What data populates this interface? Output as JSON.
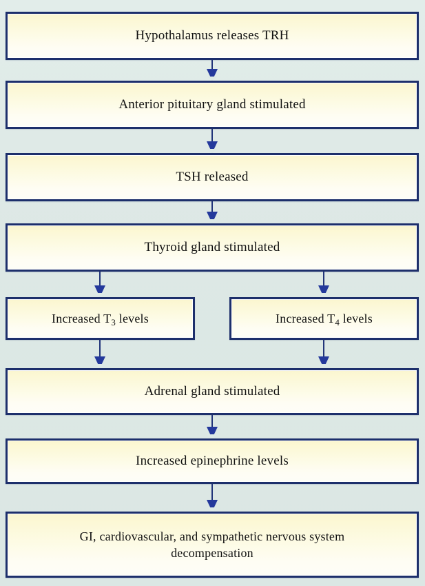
{
  "diagram": {
    "title": "Thyroid hormone cascade flowchart",
    "type": "flowchart",
    "orientation": "top-to-bottom",
    "colors": {
      "background": "#dde9e6",
      "node_fill_top": "#fbf6cf",
      "node_fill_bottom": "#fefdf4",
      "node_border": "#1d2f6b",
      "arrow": "#24399c",
      "text": "#111111"
    }
  },
  "nodes": [
    {
      "id": "n1",
      "label": "Hypothalamus releases TRH"
    },
    {
      "id": "n2",
      "label": "Anterior pituitary gland stimulated"
    },
    {
      "id": "n3",
      "label": "TSH released"
    },
    {
      "id": "n4",
      "label": "Thyroid gland stimulated"
    },
    {
      "id": "n5a",
      "label_prefix": "Increased T",
      "subscript": "3",
      "label_suffix": " levels"
    },
    {
      "id": "n5b",
      "label_prefix": "Increased T",
      "subscript": "4",
      "label_suffix": " levels"
    },
    {
      "id": "n6",
      "label": "Adrenal gland stimulated"
    },
    {
      "id": "n7",
      "label": "Increased epinephrine levels"
    },
    {
      "id": "n8",
      "line1": "GI, cardiovascular, and sympathetic nervous system",
      "line2": "decompensation"
    }
  ],
  "edges": [
    {
      "from": "n1",
      "to": "n2"
    },
    {
      "from": "n2",
      "to": "n3"
    },
    {
      "from": "n3",
      "to": "n4"
    },
    {
      "from": "n4",
      "to": "n5a"
    },
    {
      "from": "n4",
      "to": "n5b"
    },
    {
      "from": "n5a",
      "to": "n6"
    },
    {
      "from": "n5b",
      "to": "n6"
    },
    {
      "from": "n6",
      "to": "n7"
    },
    {
      "from": "n7",
      "to": "n8"
    }
  ]
}
